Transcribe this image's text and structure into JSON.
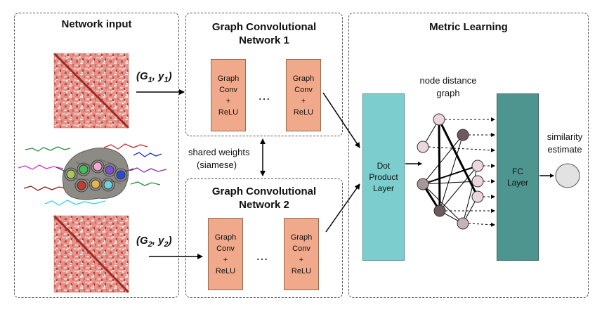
{
  "panels": {
    "network_input": "Network input",
    "gcn1": "Graph Convolutional Network 1",
    "gcn2": "Graph Convolutional Network 2",
    "metric": "Metric Learning"
  },
  "gcn_block": {
    "line1": "Graph",
    "line2": "Conv",
    "line3": "+",
    "line4": "ReLU"
  },
  "ellipsis": "…",
  "input1": {
    "g": "G",
    "g_sub": "1",
    "y": "y",
    "y_sub": "1"
  },
  "input2": {
    "g": "G",
    "g_sub": "2",
    "y": "y",
    "y_sub": "2"
  },
  "shared_weights": {
    "line1": "shared weights",
    "line2": "(siamese)"
  },
  "dot_layer": {
    "line1": "Dot",
    "line2": "Product",
    "line3": "Layer"
  },
  "node_distance": {
    "line1": "node distance",
    "line2": "graph"
  },
  "fc_layer": {
    "line1": "FC",
    "line2": "Layer"
  },
  "similarity": {
    "line1": "similarity",
    "line2": "estimate"
  },
  "colors": {
    "gcn_block": "#f0a98a",
    "dot_layer": "#7ccdcd",
    "fc_layer": "#4e9590",
    "heatmap": "#c9463a",
    "node_light": "#ead6dc",
    "node_dark": "#6d5a5f",
    "output_node": "#e2e2e2"
  },
  "icons": [
    "connectivity-matrix-heatmap",
    "brain-with-electrodes",
    "signal-traces"
  ]
}
